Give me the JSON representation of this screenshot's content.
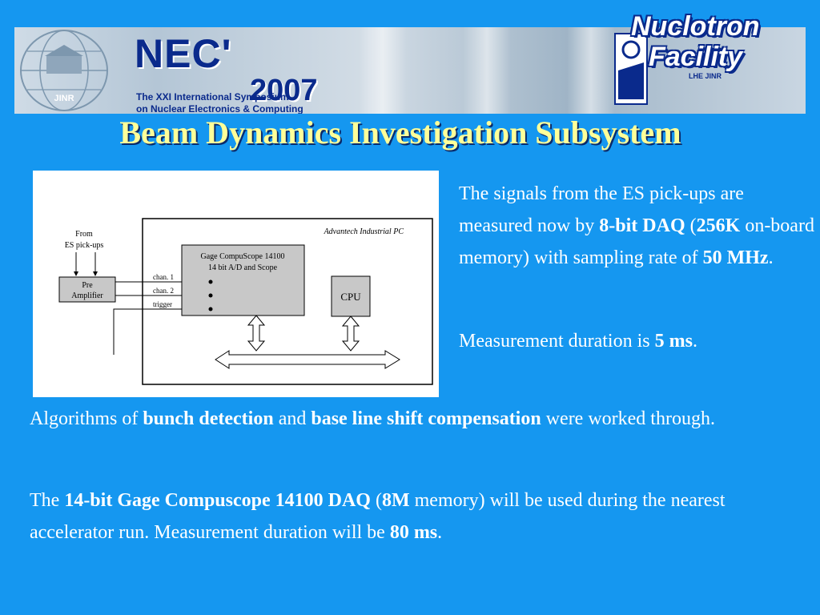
{
  "banner": {
    "title": "NEC'",
    "year": "2007",
    "subtitle_line1": "The XXI International Symposium",
    "subtitle_line2": "on Nuclear Electronics & Computing",
    "jinr_label": "JINR",
    "nuclotron_line1": "Nuclotron",
    "nuclotron_line2": "Facility",
    "nuclotron_sub": "LHE JINR"
  },
  "slide": {
    "title": "Beam Dynamics Investigation Subsystem"
  },
  "diagram": {
    "from_line1": "From",
    "from_line2": "ES pick-ups",
    "pre_line1": "Pre",
    "pre_line2": "Amplifier",
    "pc_label": "Advantech Industrial PC",
    "gage_line1": "Gage CompuScope 14100",
    "gage_line2": "14 bit A/D and Scope",
    "chan1": "chan. 1",
    "chan2": "chan. 2",
    "trigger": "trigger",
    "cpu": "CPU"
  },
  "text": {
    "signals": {
      "t1": "The signals from the ES pick-ups are measured now by ",
      "b1": "8-bit DAQ",
      "t2": " (",
      "b2": "256K",
      "t3": " on-board memory) with sampling rate of ",
      "b3": "50 MHz",
      "t4": "."
    },
    "duration": {
      "t1": "Measurement duration is ",
      "b1": "5 ms",
      "t2": "."
    },
    "algorithms": {
      "t1": "Algorithms of ",
      "b1": "bunch detection",
      "t2": " and ",
      "b2": "base line shift compensation",
      "t3": " were worked through."
    },
    "gage": {
      "t1": "The ",
      "b1": "14-bit Gage Compuscope 14100 DAQ",
      "t2": " (",
      "b2": "8M",
      "t3": " memory) will be used during the nearest accelerator run. Measurement duration will be ",
      "b3": "80 ms",
      "t4": "."
    }
  },
  "colors": {
    "background": "#1597f0",
    "title": "#ffff99",
    "body_text": "#ffffff",
    "banner_blue": "#0a2a8c"
  }
}
